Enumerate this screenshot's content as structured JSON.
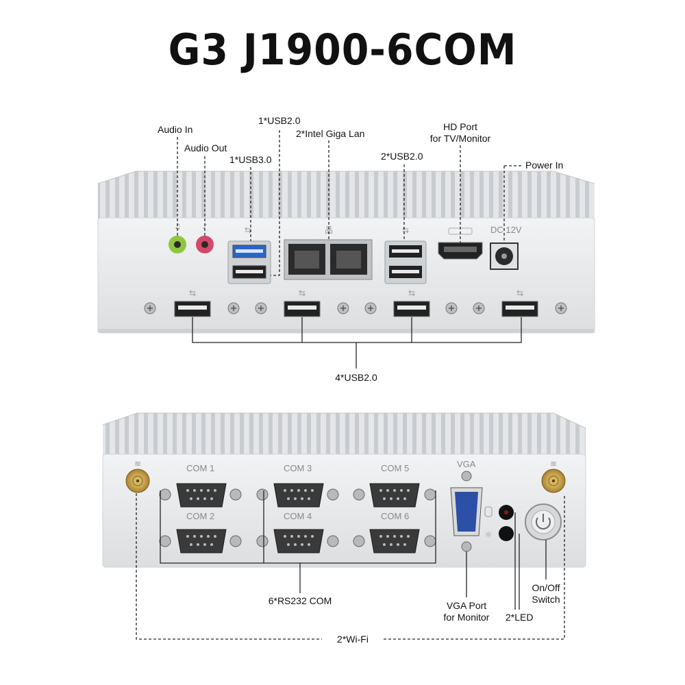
{
  "title": "G3 J1900-6COM",
  "front_panel": {
    "labels": {
      "audio_in": "Audio In",
      "audio_out": "Audio Out",
      "usb30": "1*USB3.0",
      "usb20_single": "1*USB2.0",
      "lan": "2*Intel Giga Lan",
      "usb20_pair": "2*USB2.0",
      "hd_port_line1": "HD Port",
      "hd_port_line2": "for TV/Monitor",
      "power_in": "Power In",
      "usb20_front": "4*USB2.0"
    },
    "silkscreen": {
      "dc": "DC 12V"
    }
  },
  "rear_panel": {
    "com_ports": [
      "COM 1",
      "COM 3",
      "COM 5",
      "COM 2",
      "COM 4",
      "COM 6"
    ],
    "silkscreen": {
      "vga": "VGA"
    },
    "labels": {
      "rs232": "6*RS232 COM",
      "vga_port_line1": "VGA Port",
      "vga_port_line2": "for Monitor",
      "led": "2*LED",
      "switch_line1": "On/Off",
      "switch_line2": "Switch",
      "wifi": "2*Wi-Fi"
    }
  },
  "colors": {
    "chassis": "#e9eaec",
    "fins": "#d6d8db",
    "usb3_blue": "#2a66c8",
    "audio_green": "#8ec63f",
    "audio_pink": "#d24a6b",
    "antenna_gold": "#c8a24a",
    "vga_blue": "#2c4fa8"
  }
}
